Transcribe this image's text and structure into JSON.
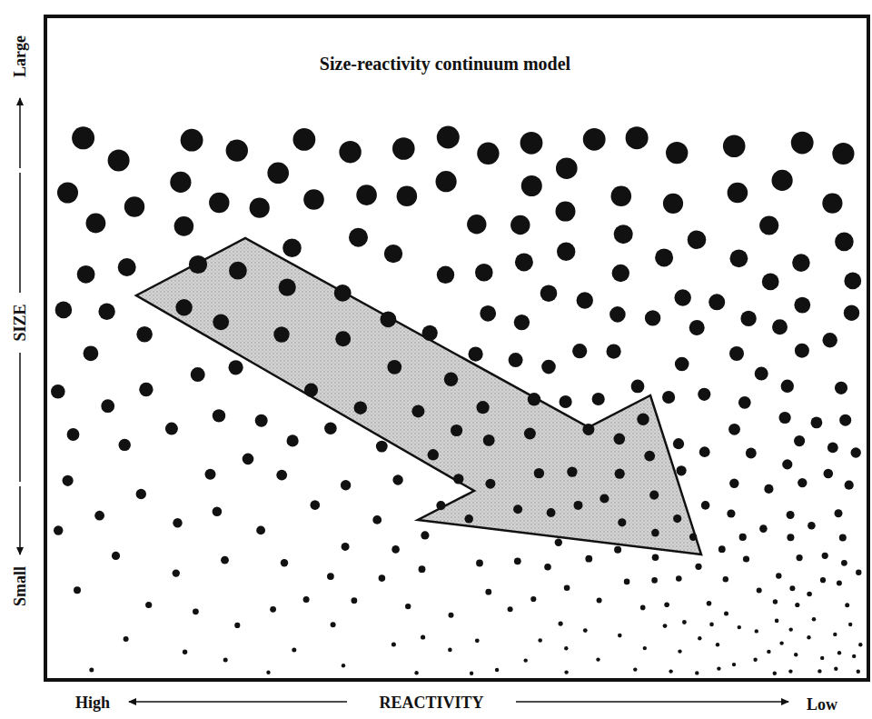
{
  "diagram": {
    "title": "Size-reactivity continuum model",
    "labels": [
      "Large",
      "SIZE",
      "Small",
      "High",
      "REACTIVITY",
      "Low"
    ]
  }
}
